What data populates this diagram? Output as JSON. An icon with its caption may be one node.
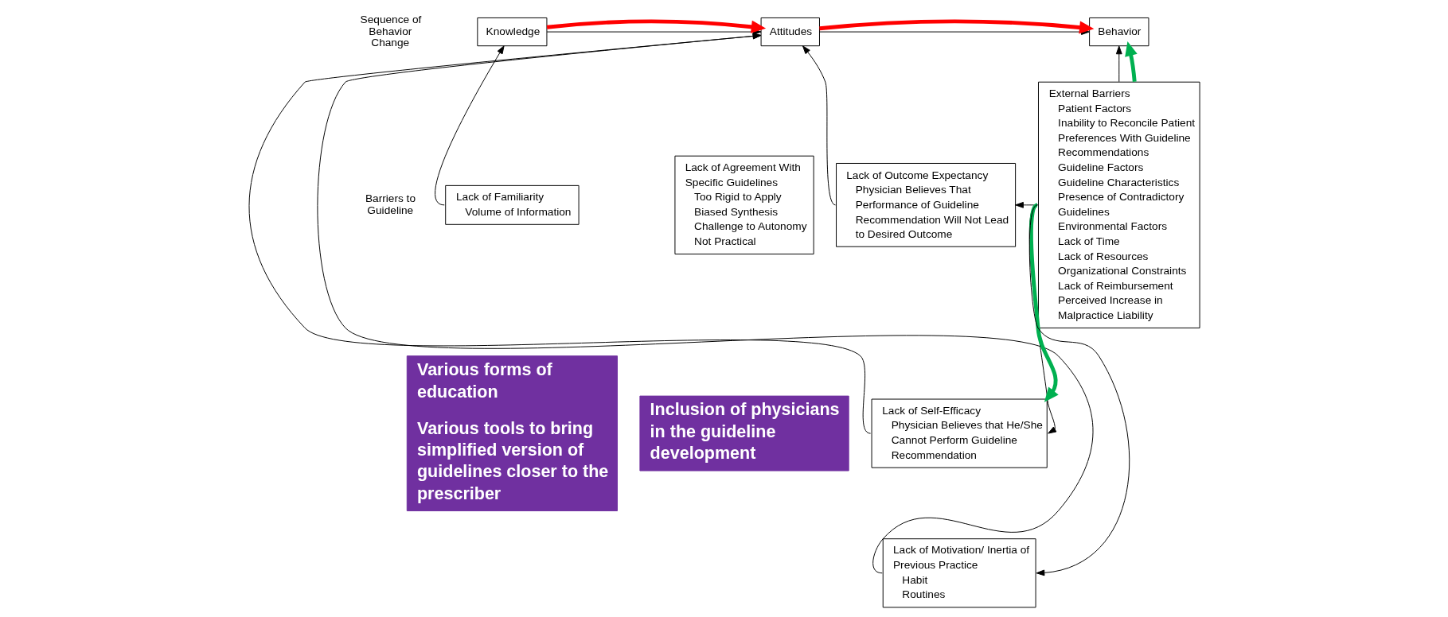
{
  "diagram": {
    "nodes": [
      {
        "text": [
          "Knowledge"
        ]
      },
      {
        "text": [
          "Attitudes"
        ]
      },
      {
        "text": [
          "Behavior"
        ]
      },
      {
        "text": [
          "Lack of Familiarity",
          "Volume of Information"
        ]
      },
      {
        "text": [
          "Lack of Agreement With Specific Guidelines",
          "Too Rigid to Apply",
          "Biased Synthesis",
          "Challenge to Autonomy",
          "Not Practical"
        ]
      },
      {
        "text": [
          "Lack of Outcome Expectancy",
          "Physician Believes That Performance of Guideline Recommendation Will Not Lead to Desired Outcome"
        ]
      },
      {
        "text": [
          "Lack of Self-Efficacy",
          "Physician Believes that He/She Cannot Perform Guideline Recommendation"
        ]
      },
      {
        "text": [
          "Lack of Motivation/ Inertia of Previous Practice",
          "Habit",
          "Routines"
        ]
      },
      {
        "text": [
          "External Barriers",
          "Patient Factors",
          "Inability to Reconcile Patient Preferences With Guideline Recommendations",
          "Guideline Factors",
          "Guideline Characteristics",
          "Presence of Contradictory Guidelines",
          "Environmental Factors",
          "Lack of Time",
          "Lack of Resources",
          "Organizational Constraints",
          "Lack of Reimbursement",
          "Perceived Increase in Malpractice Liability"
        ]
      },
      {
        "text": [
          "Various forms of education",
          "Various tools to bring simplified version of guidelines closer to the prescriber"
        ]
      },
      {
        "text": [
          "Inclusion of physicians in the guideline development"
        ]
      }
    ],
    "edges": [
      {
        "from": 0,
        "to": 1,
        "arrow": "to"
      },
      {
        "from": 1,
        "to": 2,
        "arrow": "to"
      },
      {
        "from": 3,
        "to": 0,
        "arrow": "to"
      },
      {
        "from": 8,
        "to": 2,
        "arrow": "to"
      },
      {
        "from": 8,
        "to": 5,
        "arrow": "to"
      },
      {
        "from": 8,
        "to": 6,
        "arrow": "to"
      },
      {
        "from": 8,
        "to": 7,
        "arrow": "to"
      },
      {
        "from": 5,
        "to": 1,
        "arrow": "to"
      },
      {
        "from": 6,
        "to": 1,
        "arrow": "to"
      },
      {
        "from": 7,
        "to": 1,
        "arrow": "to"
      },
      {
        "from": 0,
        "to": 1,
        "arrow": "to",
        "style": "thick",
        "color": "#ff0000"
      },
      {
        "from": 1,
        "to": 2,
        "arrow": "to",
        "style": "thick",
        "color": "#ff0000"
      },
      {
        "from": 8,
        "to": 2,
        "arrow": "to",
        "style": "thick",
        "color": "#00b050"
      },
      {
        "from": 8,
        "to": 6,
        "arrow": "to",
        "style": "thick",
        "color": "#00b050"
      }
    ],
    "labels": [
      "Sequence of Behavior Change",
      "Barriers to Guideline"
    ]
  }
}
